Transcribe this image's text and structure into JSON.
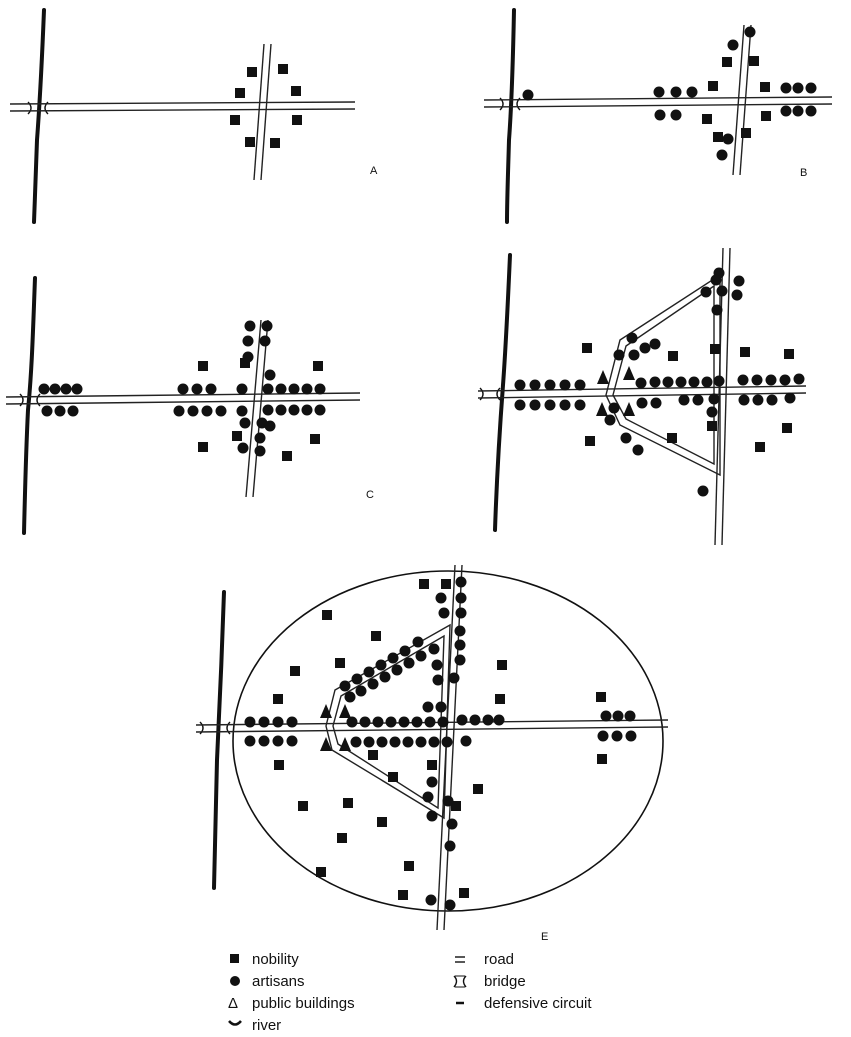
{
  "panels": [
    {
      "id": "A",
      "label": "A"
    },
    {
      "id": "B",
      "label": "B"
    },
    {
      "id": "C",
      "label": "C"
    },
    {
      "id": "D",
      "label": ""
    },
    {
      "id": "E",
      "label": "E"
    }
  ],
  "legend": {
    "items": [
      {
        "symbol": "■",
        "label": "nobility",
        "icon": "square-icon"
      },
      {
        "symbol": "●",
        "label": "artisans",
        "icon": "circle-icon"
      },
      {
        "symbol": "Δ",
        "label": "public buildings",
        "icon": "triangle-icon"
      },
      {
        "symbol": "⌣",
        "label": "river",
        "icon": "river-icon"
      },
      {
        "symbol": "=",
        "label": "road",
        "icon": "road-icon"
      },
      {
        "symbol": "⌶",
        "label": "bridge",
        "icon": "bridge-icon"
      },
      {
        "symbol": "-",
        "label": "defensive circuit",
        "icon": "wall-icon"
      }
    ]
  },
  "colors": {
    "ink": "#111111",
    "background": "#ffffff"
  }
}
